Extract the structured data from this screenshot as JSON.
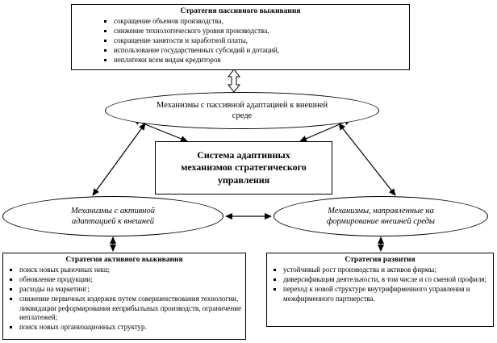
{
  "diagram": {
    "top_box": {
      "title": "Стратегия пассивного выживания",
      "items": [
        "сокращение объемов производства,",
        "снижение технологического уровня производства,",
        "сокращение занятости и заработной платы,",
        "использование государственных субсидий и дотаций,",
        "неплатежи всем видам кредиторов"
      ]
    },
    "top_ellipse": {
      "label": "Механизмы с пассивной адаптацией  к внешней среде"
    },
    "center_box": {
      "label": "Система адаптивных механизмов стратегического управления"
    },
    "left_ellipse": {
      "label": "Механизмы с активной адаптацией к внешней"
    },
    "right_ellipse": {
      "label": "Механизмы, направленные на формирование внешней среды"
    },
    "bottom_left_box": {
      "title": "Стратегия активного выживания",
      "items": [
        "поиск новых рыночных ниш;",
        "обновление продукции;",
        "расходы на маркетинг;",
        "снижение первичных издержек путем совершенствования технологии, ликвидации реформирования неприбыльных производств, ограничение неплатежей;",
        "поиск новых организационных структур."
      ]
    },
    "bottom_right_box": {
      "title": "Стратегия развития",
      "items": [
        "устойчивый рост производства и активов фирмы;",
        "диверсификация деятельности, в том числе и со сменой профиля;",
        "переход к новой структуре внутрифирменного управления и межфирменного партнерства."
      ]
    }
  }
}
